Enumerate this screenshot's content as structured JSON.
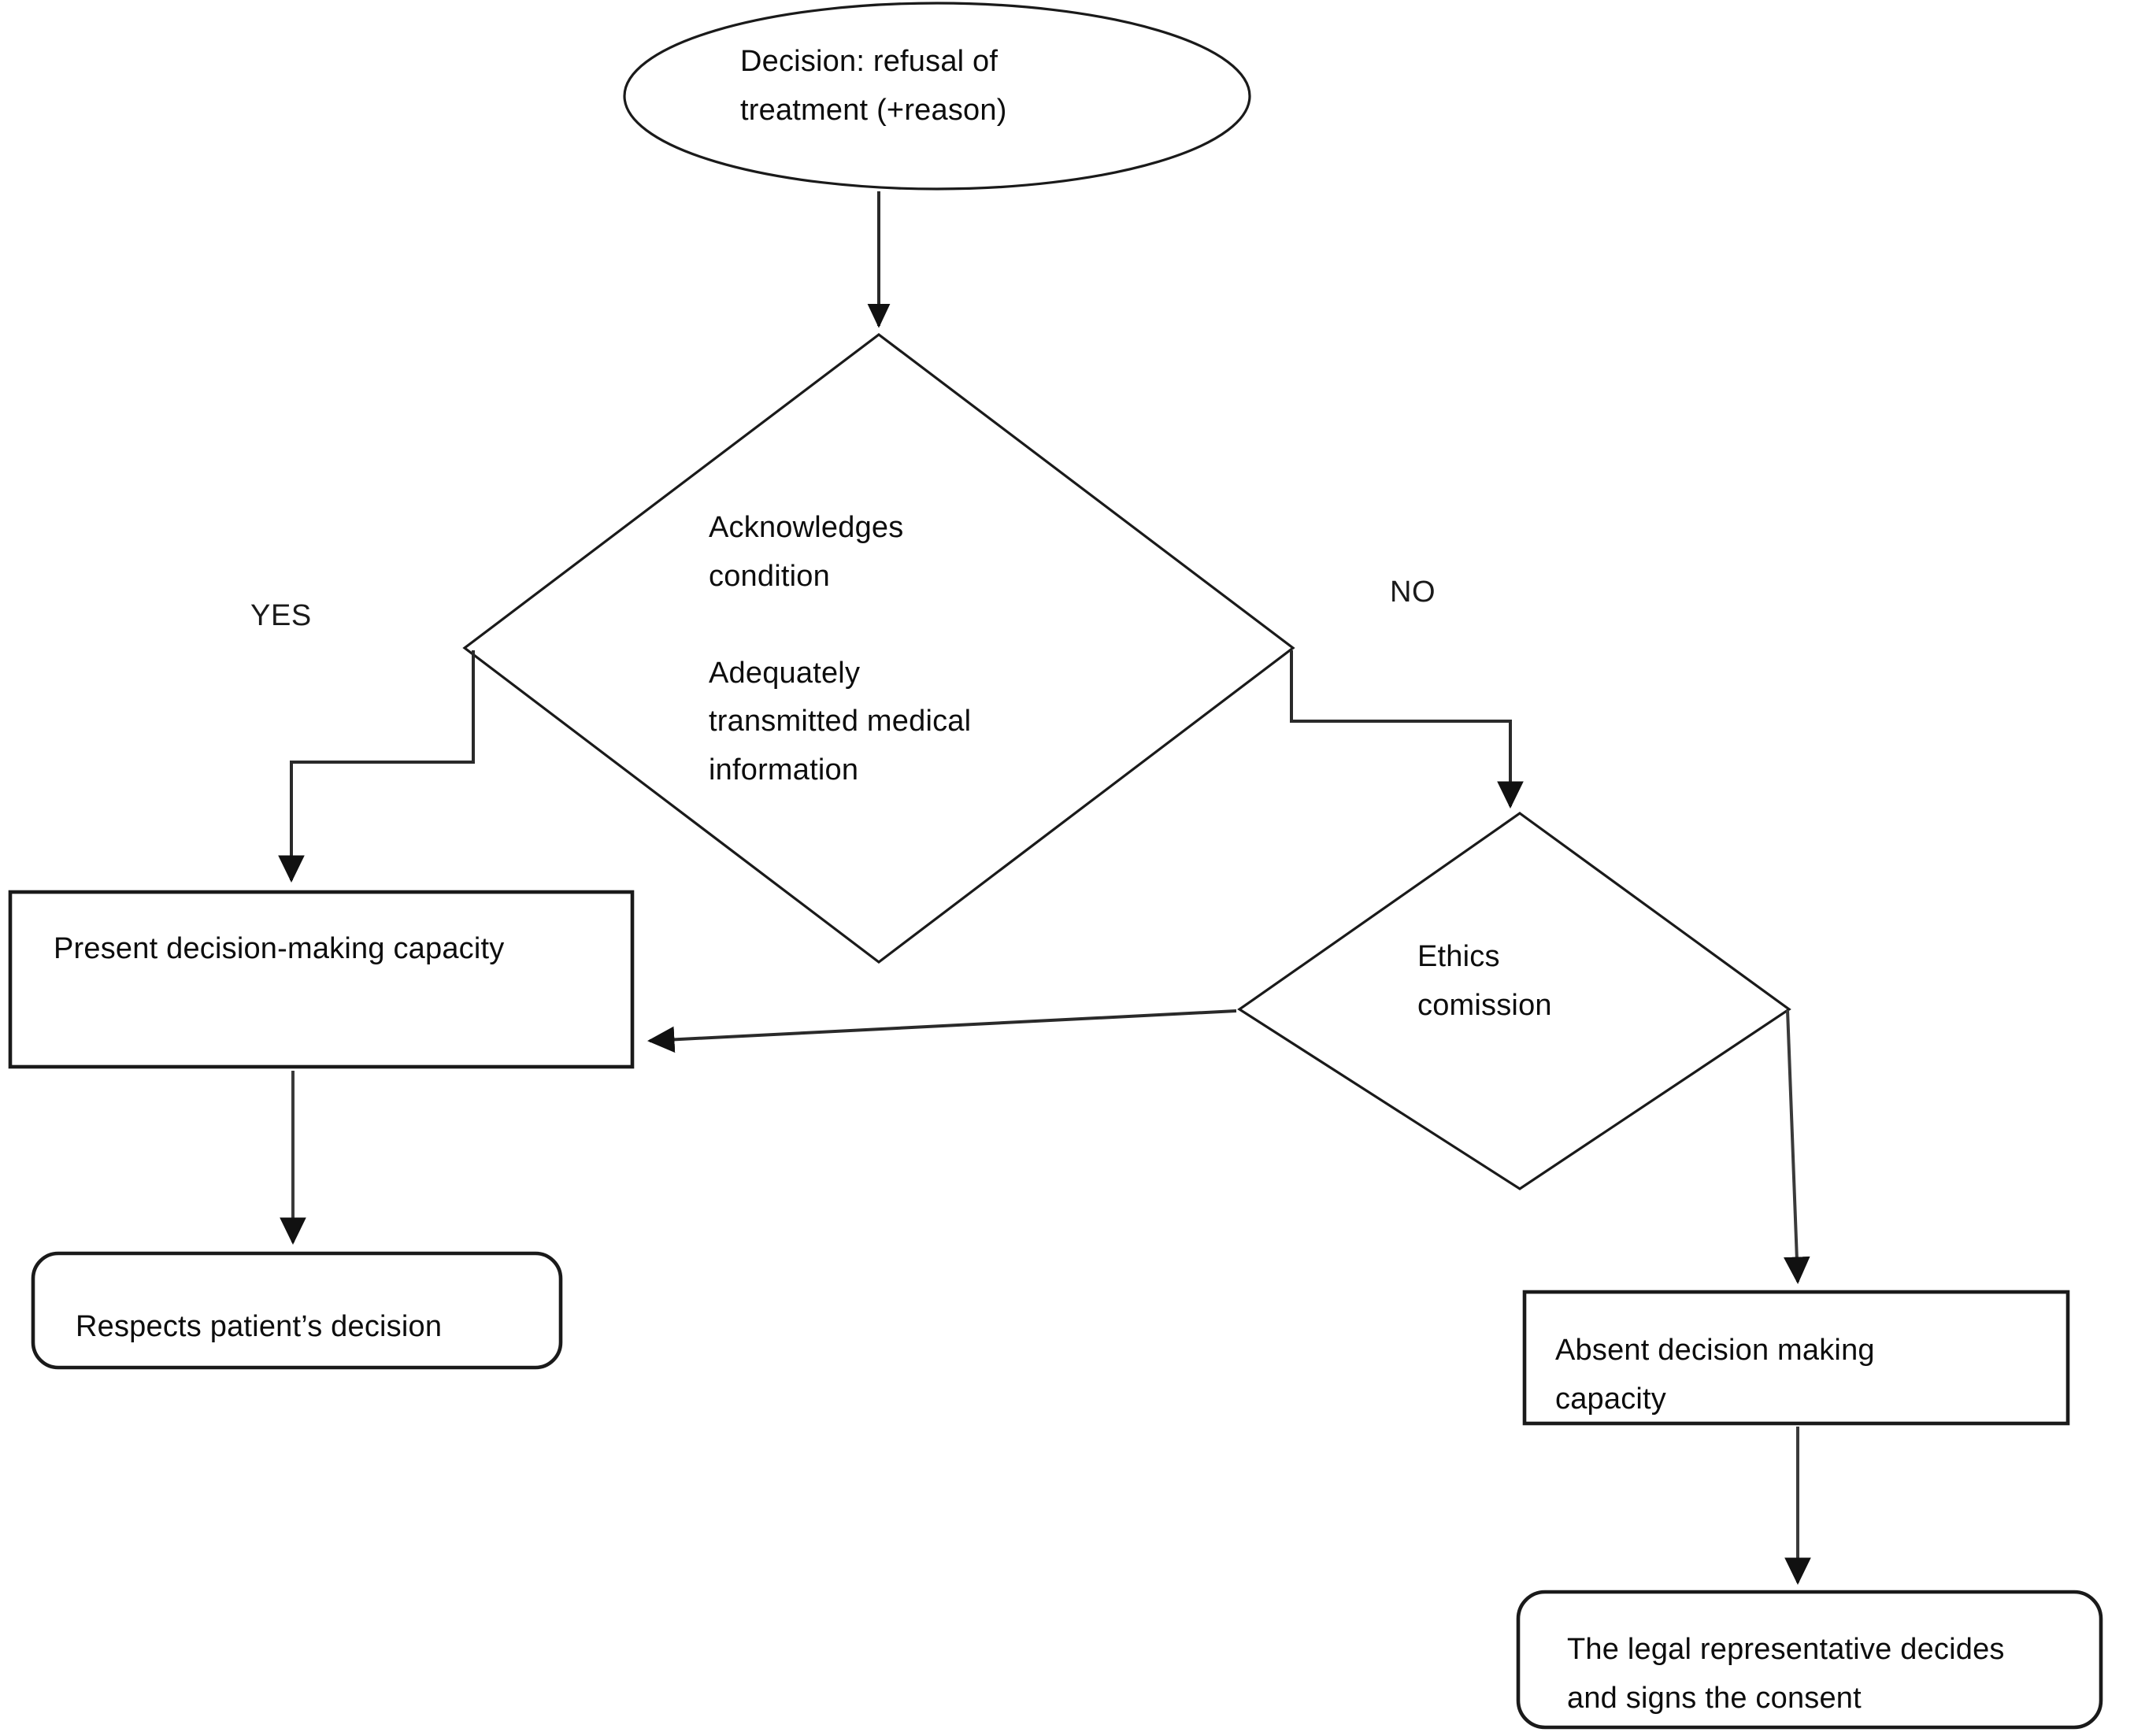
{
  "diagram": {
    "title": "Refusal of treatment decision-making capacity flowchart",
    "stroke_color": "#1a1a1a",
    "text_color": "#0d0d0d",
    "background": "#ffffff",
    "nodes": [
      {
        "id": "start",
        "shape": "ellipse",
        "text": "Decision: refusal of\ntreatment (+reason)"
      },
      {
        "id": "condition",
        "shape": "diamond",
        "text": "Acknowledges\ncondition\n\nAdequately\ntransmitted medical\ninformation"
      },
      {
        "id": "present-capacity",
        "shape": "rectangle",
        "text": "Present decision-making capacity"
      },
      {
        "id": "respects-decision",
        "shape": "rounded-rectangle",
        "text": "Respects patient’s decision"
      },
      {
        "id": "ethics-commission",
        "shape": "diamond",
        "text": "Ethics\ncomission"
      },
      {
        "id": "absent-capacity",
        "shape": "rectangle",
        "text": "Absent decision making\ncapacity"
      },
      {
        "id": "legal-representative",
        "shape": "rounded-rectangle",
        "text": "The legal representative decides\nand signs the consent"
      }
    ],
    "branch_labels": {
      "yes": "YES",
      "no": "NO"
    },
    "edges": [
      {
        "from": "start",
        "to": "condition",
        "label": ""
      },
      {
        "from": "condition",
        "to": "present-capacity",
        "label": "YES"
      },
      {
        "from": "condition",
        "to": "ethics-commission",
        "label": "NO"
      },
      {
        "from": "present-capacity",
        "to": "respects-decision",
        "label": ""
      },
      {
        "from": "ethics-commission",
        "to": "present-capacity",
        "label": ""
      },
      {
        "from": "ethics-commission",
        "to": "absent-capacity",
        "label": ""
      },
      {
        "from": "absent-capacity",
        "to": "legal-representative",
        "label": ""
      }
    ]
  }
}
